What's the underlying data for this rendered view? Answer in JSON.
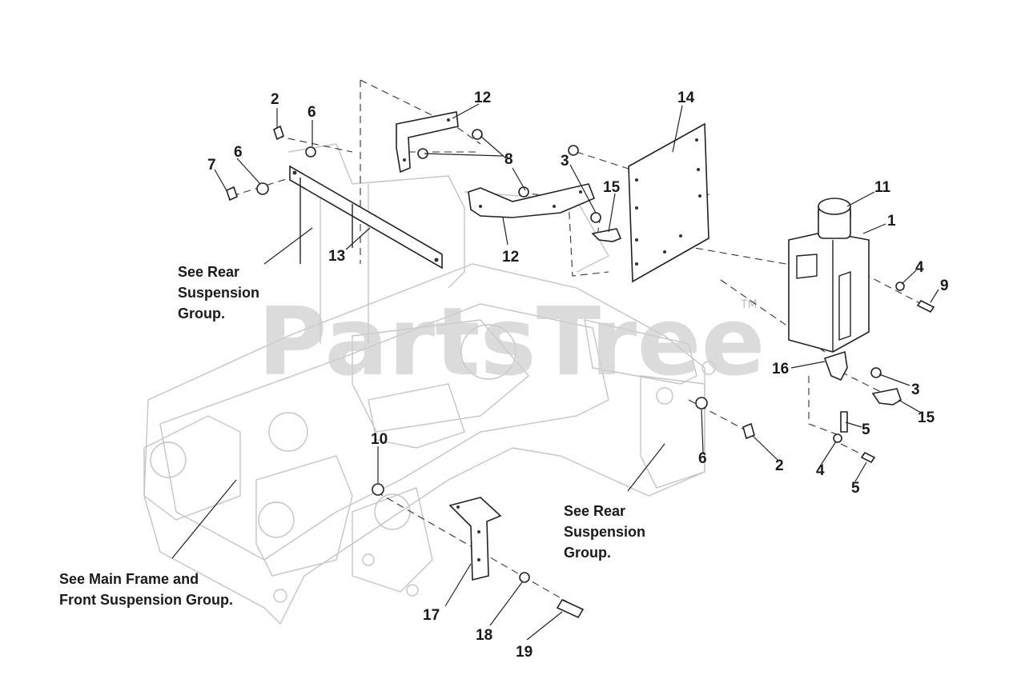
{
  "watermark": {
    "text": "PartsTree",
    "tm": "TM"
  },
  "callouts": [
    "1",
    "2",
    "2",
    "3",
    "3",
    "4",
    "4",
    "5",
    "5",
    "6",
    "6",
    "6",
    "7",
    "8",
    "9",
    "10",
    "11",
    "12",
    "12",
    "13",
    "14",
    "15",
    "15",
    "16",
    "17",
    "18",
    "19"
  ],
  "notes": {
    "rear_suspension_1": [
      "See Rear",
      "Suspension",
      "Group."
    ],
    "rear_suspension_2": [
      "See Rear",
      "Suspension",
      "Group."
    ],
    "main_frame": [
      "See Main Frame and",
      "Front Suspension Group."
    ]
  }
}
